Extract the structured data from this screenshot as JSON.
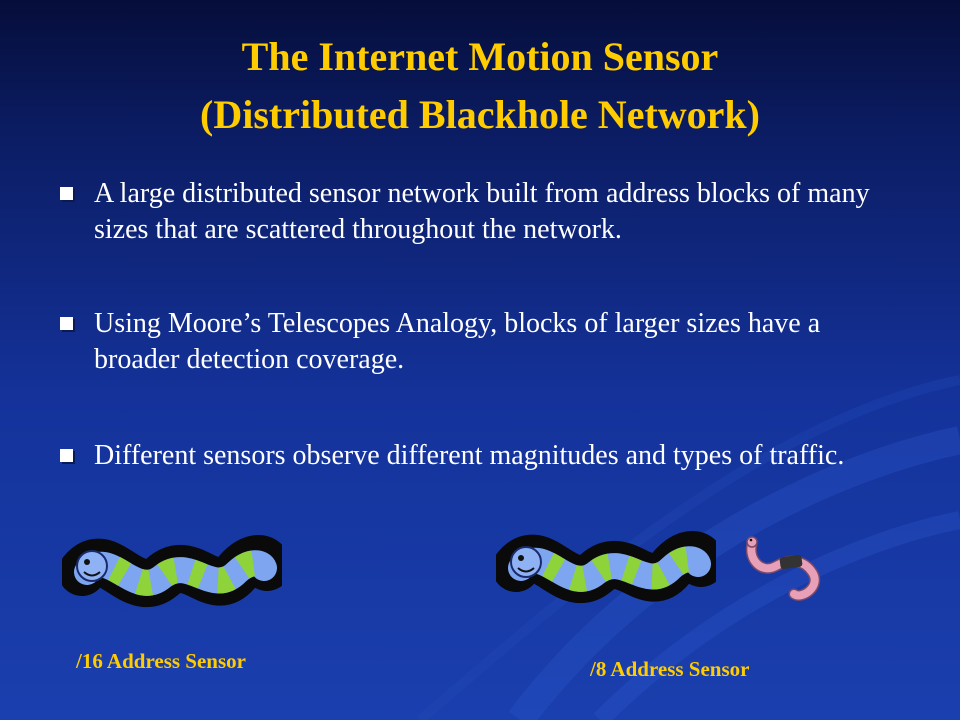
{
  "slide": {
    "title_line1": "The Internet Motion Sensor",
    "title_line2": "(Distributed Blackhole Network)",
    "bullets": [
      "A large distributed sensor network built from address blocks of many sizes that are scattered throughout the network.",
      "Using Moore’s Telescopes Analogy, blocks of larger sizes have a broader detection coverage.",
      "Different sensors observe different magnitudes and types of traffic."
    ],
    "sensor_labels": {
      "left": "/16 Address Sensor",
      "right": "/8 Address Sensor"
    },
    "colors": {
      "title": "#ffcc00",
      "text": "#ffffff",
      "background_top": "#050d3a",
      "background_bottom": "#1a3fae"
    },
    "icons": [
      "worm-caterpillar-icon",
      "worm-caterpillar-icon",
      "pink-worm-icon"
    ]
  }
}
